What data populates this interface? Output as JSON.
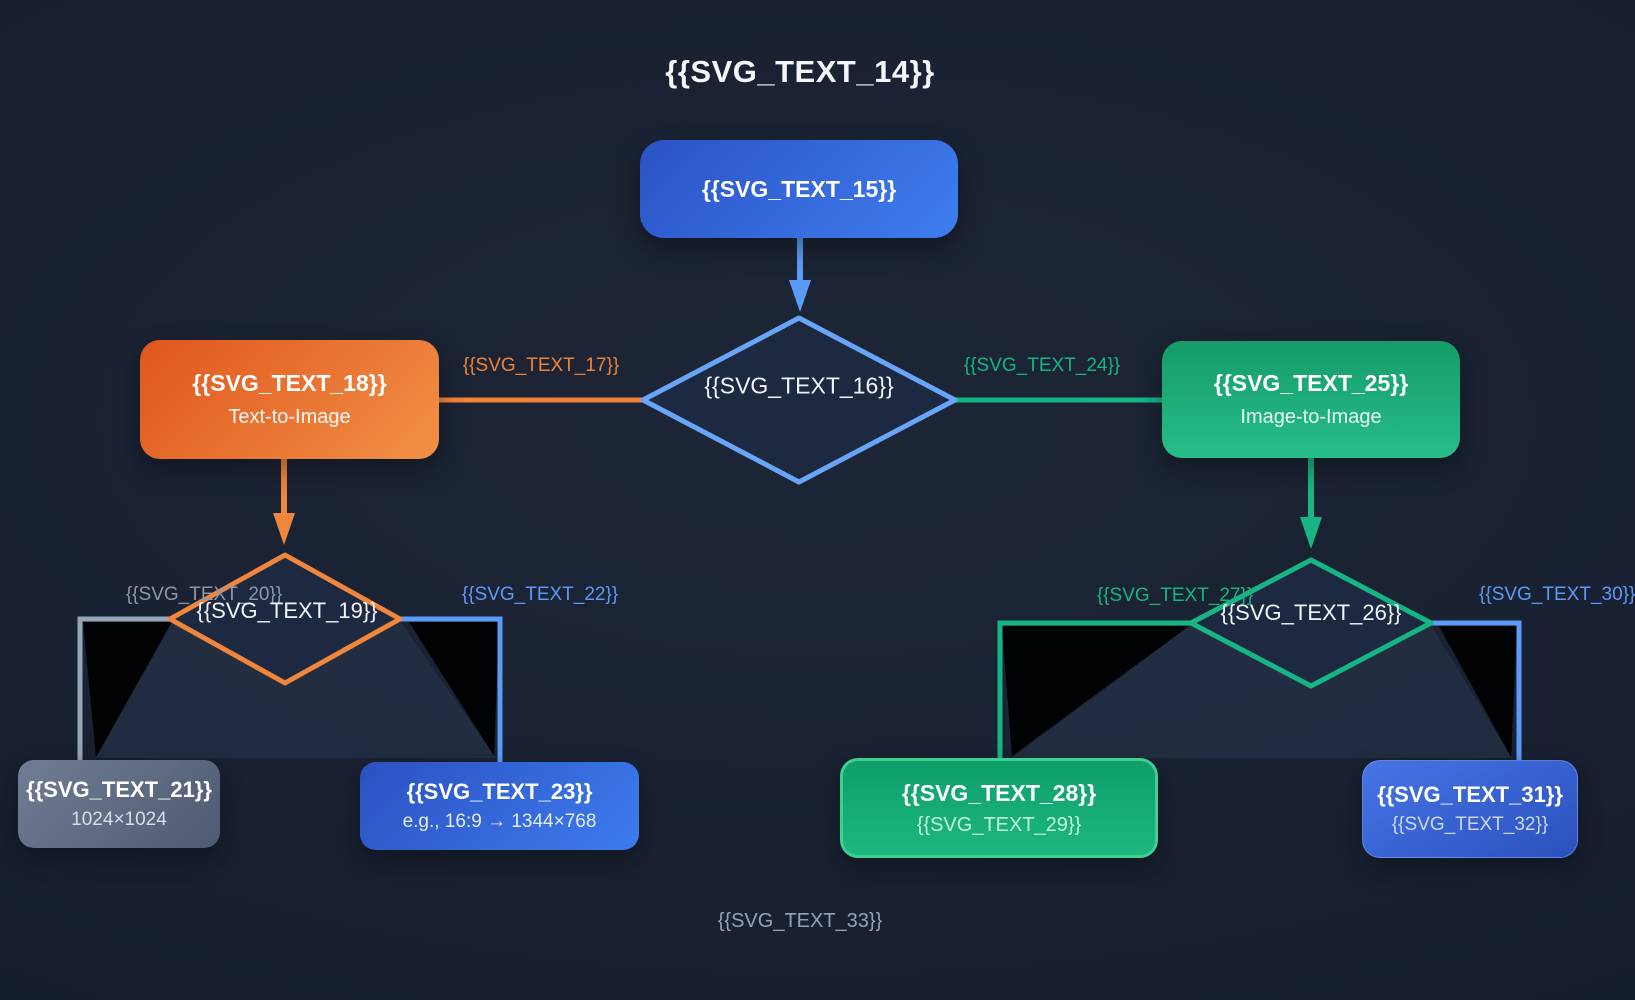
{
  "title": "{{SVG_TEXT_14}}",
  "footer": "{{SVG_TEXT_33}}",
  "nodes": {
    "start": {
      "title": "{{SVG_TEXT_15}}"
    },
    "decision_main": {
      "label": "{{SVG_TEXT_16}}"
    },
    "text_to_image": {
      "title": "{{SVG_TEXT_18}}",
      "subtitle": "Text-to-Image"
    },
    "image_to_image": {
      "title": "{{SVG_TEXT_25}}",
      "subtitle": "Image-to-Image"
    },
    "decision_left": {
      "label": "{{SVG_TEXT_19}}"
    },
    "decision_right": {
      "label": "{{SVG_TEXT_26}}"
    },
    "left_result_a": {
      "title": "{{SVG_TEXT_21}}",
      "subtitle": "1024×1024"
    },
    "left_result_b": {
      "title": "{{SVG_TEXT_23}}",
      "subtitle": "e.g., 16:9 → 1344×768"
    },
    "right_result_a": {
      "title": "{{SVG_TEXT_28}}",
      "subtitle": "{{SVG_TEXT_29}}"
    },
    "right_result_b": {
      "title": "{{SVG_TEXT_31}}",
      "subtitle": "{{SVG_TEXT_32}}"
    }
  },
  "edge_labels": {
    "to_text_to_image": "{{SVG_TEXT_17}}",
    "to_image_to_image": "{{SVG_TEXT_24}}",
    "left_branch_a": "{{SVG_TEXT_20}}",
    "left_branch_b": "{{SVG_TEXT_22}}",
    "right_branch_a": "{{SVG_TEXT_27}}",
    "right_branch_b": "{{SVG_TEXT_30}}"
  },
  "colors": {
    "accent_blue": "#3f7ef0",
    "accent_light_blue": "#5b9bf8",
    "accent_orange": "#ef8338",
    "accent_green": "#16b583",
    "accent_gray": "#97a5b8",
    "diamond_fill": "#1d2940",
    "background": "#182031"
  }
}
